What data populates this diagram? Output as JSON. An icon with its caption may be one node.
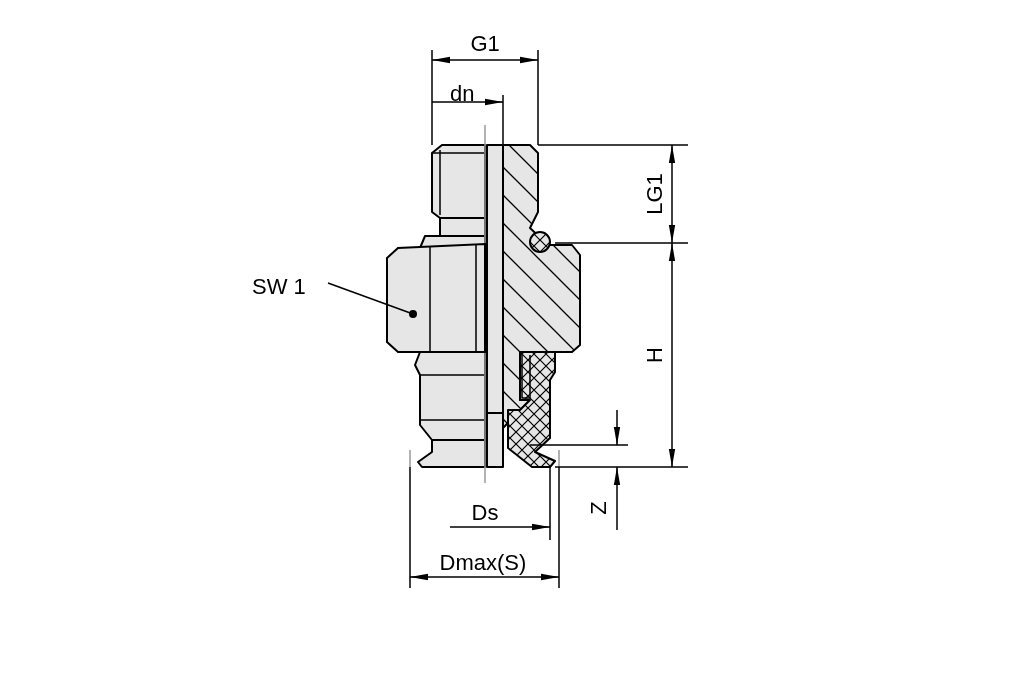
{
  "diagram": {
    "nodes": [
      {
        "text": [
          "SW 1"
        ]
      },
      {
        "text": [],
        "shape": "picture"
      }
    ],
    "edges": [
      {
        "from": 0,
        "to": 1,
        "arrow": "other"
      }
    ],
    "labels": [
      "G1",
      "dn",
      "LG1",
      "H",
      "Z",
      "Ds",
      "Dmax(S)"
    ]
  }
}
